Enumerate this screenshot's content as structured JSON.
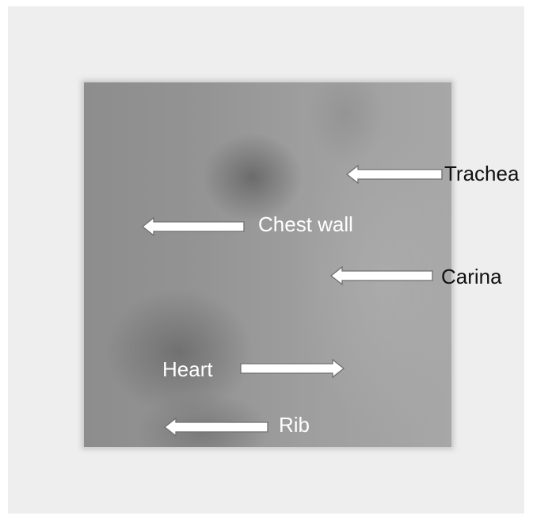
{
  "figure": {
    "background_color": "#eeeeee",
    "image_tone_color": "#9a9a9a",
    "labels": {
      "trachea": "Trachea",
      "chest_wall": "Chest wall",
      "carina": "Carina",
      "heart": "Heart",
      "rib": "Rib"
    },
    "arrow_color": "#ffffff"
  }
}
